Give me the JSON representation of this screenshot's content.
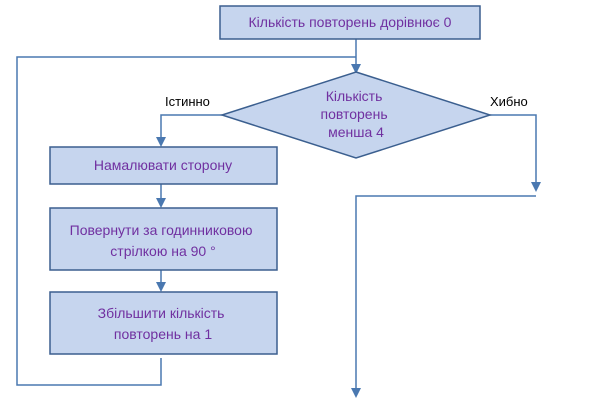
{
  "flowchart": {
    "start_box": {
      "text": "Кількість повторень дорівнює  0"
    },
    "decision": {
      "lines": [
        "Кількість",
        "повторень",
        "менша 4"
      ]
    },
    "branch_true": {
      "label": "Істинно"
    },
    "branch_false": {
      "label": "Хибно"
    },
    "step_draw": {
      "lines": [
        "Намалювати сторону"
      ]
    },
    "step_turn": {
      "lines": [
        "Повернути за годинниковою",
        "стрілкою на 90 °"
      ]
    },
    "step_increment": {
      "lines": [
        "Збільшити кількість",
        "повторень на 1"
      ]
    }
  },
  "colors": {
    "box_fill": "#c6d5ee",
    "box_stroke": "#3b5f8f",
    "connector": "#4a78b0",
    "box_text": "#7030a0"
  }
}
